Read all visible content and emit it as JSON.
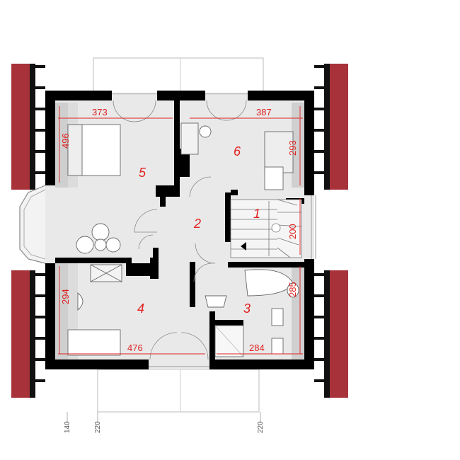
{
  "rooms": [
    {
      "id": "1",
      "label": "1"
    },
    {
      "id": "2",
      "label": "2"
    },
    {
      "id": "3",
      "label": "3"
    },
    {
      "id": "4",
      "label": "4"
    },
    {
      "id": "5",
      "label": "5"
    },
    {
      "id": "6",
      "label": "6"
    }
  ],
  "dimensions": {
    "d373": "373",
    "d387": "387",
    "d496": "496",
    "d293": "293",
    "d200": "200",
    "d294": "294",
    "d285": "285",
    "d476": "476",
    "d284": "284"
  },
  "bottom_axis": {
    "a140": "140",
    "a220_left": "220",
    "a220_right": "220"
  },
  "colors": {
    "wall": "#000000",
    "roof": "#a8323a",
    "floor": "#e9e9e9",
    "dim_text": "#e02020"
  }
}
